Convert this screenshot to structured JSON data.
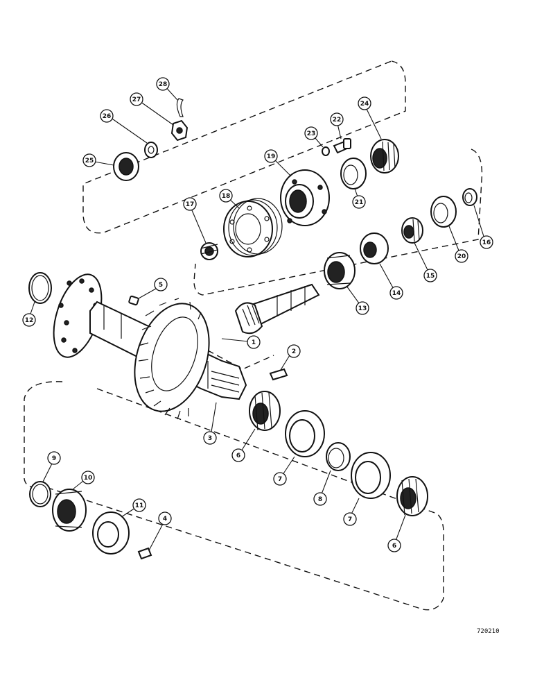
{
  "figure_id": "720210",
  "callouts": [
    {
      "id": "c1",
      "label": "1"
    },
    {
      "id": "c2",
      "label": "2"
    },
    {
      "id": "c3",
      "label": "3"
    },
    {
      "id": "c4",
      "label": "4"
    },
    {
      "id": "c5",
      "label": "5"
    },
    {
      "id": "c6a",
      "label": "6"
    },
    {
      "id": "c6b",
      "label": "6"
    },
    {
      "id": "c7a",
      "label": "7"
    },
    {
      "id": "c7b",
      "label": "7"
    },
    {
      "id": "c8",
      "label": "8"
    },
    {
      "id": "c9",
      "label": "9"
    },
    {
      "id": "c10",
      "label": "10"
    },
    {
      "id": "c11",
      "label": "11"
    },
    {
      "id": "c12",
      "label": "12"
    },
    {
      "id": "c13",
      "label": "13"
    },
    {
      "id": "c14",
      "label": "14"
    },
    {
      "id": "c15",
      "label": "15"
    },
    {
      "id": "c16",
      "label": "16"
    },
    {
      "id": "c17",
      "label": "17"
    },
    {
      "id": "c18",
      "label": "18"
    },
    {
      "id": "c19",
      "label": "19"
    },
    {
      "id": "c20",
      "label": "20"
    },
    {
      "id": "c21",
      "label": "21"
    },
    {
      "id": "c22",
      "label": "22"
    },
    {
      "id": "c23",
      "label": "23"
    },
    {
      "id": "c24",
      "label": "24"
    },
    {
      "id": "c25",
      "label": "25"
    },
    {
      "id": "c26",
      "label": "26"
    },
    {
      "id": "c27",
      "label": "27"
    },
    {
      "id": "c28",
      "label": "28"
    }
  ]
}
